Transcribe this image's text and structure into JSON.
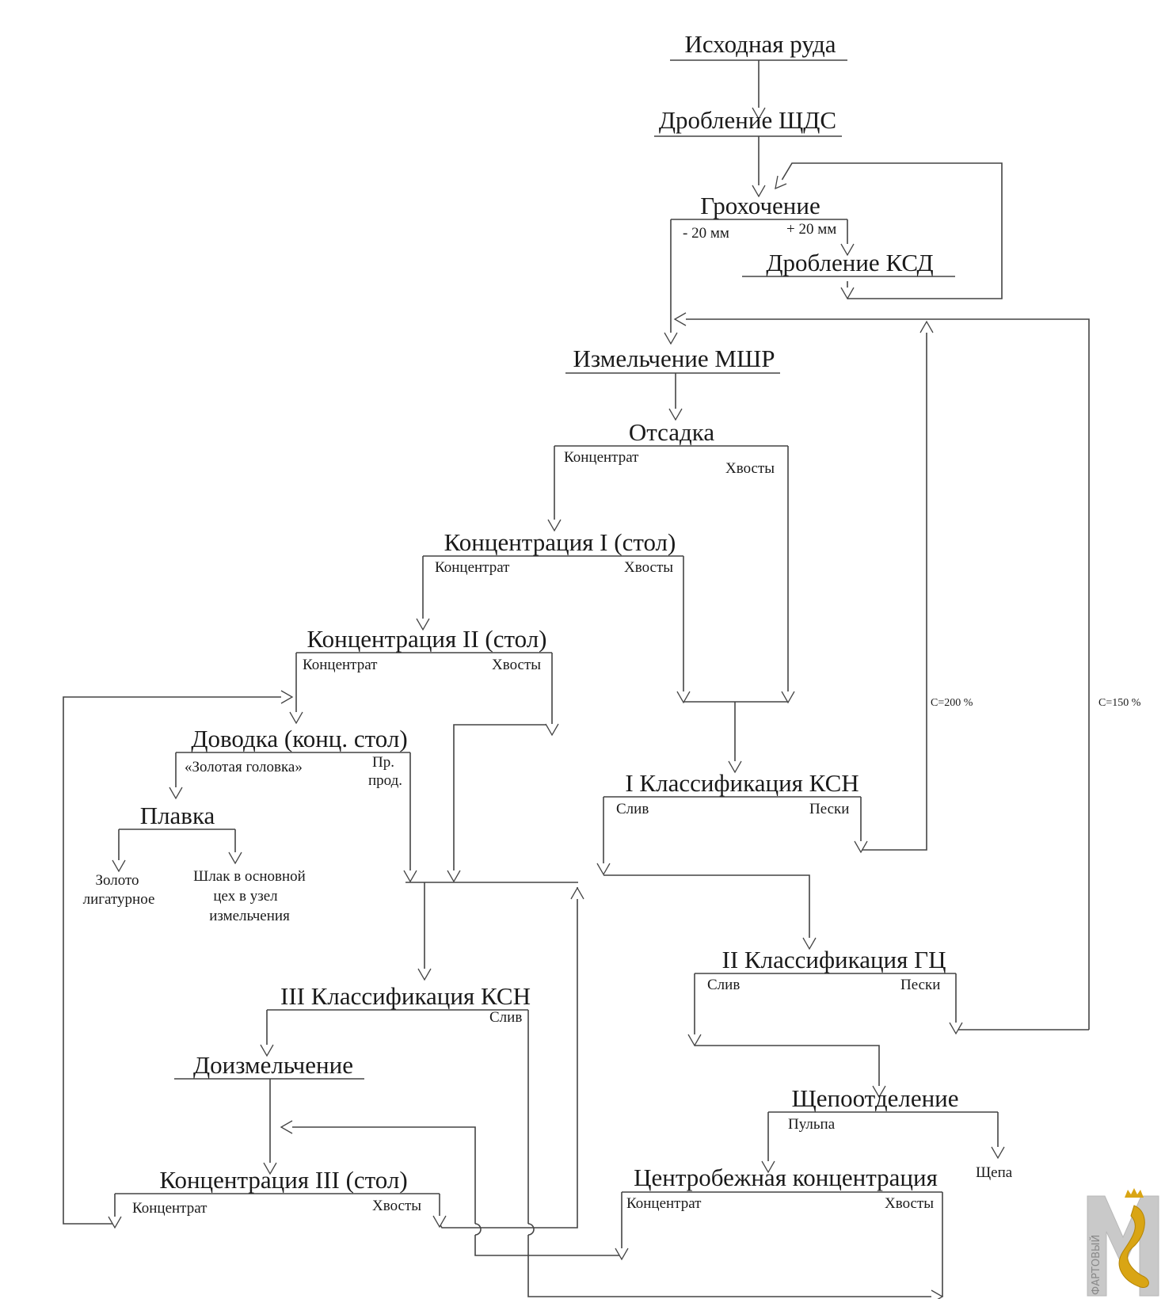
{
  "diagram": {
    "nodes": {
      "iskhodnaya_ruda": "Исходная руда",
      "droblenie_shds": "Дробление ЩДС",
      "grokhochenie": "Грохочение",
      "droblenie_ksd": "Дробление КСД",
      "izmelchenie_mshr": "Измельчение МШР",
      "otsadka": "Отсадка",
      "konc1": "Концентрация I (стол)",
      "konc2": "Концентрация II (стол)",
      "dovodka": "Доводка (конц. стол)",
      "plavka": "Плавка",
      "klass1": "I Классификация КСН",
      "klass2": "II Классификация ГЦ",
      "klass3": "III Классификация КСН",
      "doizmelchenie": "Доизмельчение",
      "konc3": "Концентрация III (стол)",
      "shchepootdelenie": "Щепоотделение",
      "centrobezhnaya": "Центробежная концентрация"
    },
    "labels": {
      "minus20": "- 20 мм",
      "plus20": "+ 20 мм",
      "otsadka_konc": "Концентрат",
      "otsadka_khv": "Хвосты",
      "k1_konc": "Концентрат",
      "k1_khv": "Хвосты",
      "k2_konc": "Концентрат",
      "k2_khv": "Хвосты",
      "zolotaya": "«Золотая головка»",
      "pr_line1": "Пр.",
      "pr_line2": "прод.",
      "zoloto_line1": "Золото",
      "zoloto_line2": "лигатурное",
      "shlak_line1": "Шлак в основной",
      "shlak_line2": "цех в узел",
      "shlak_line3": "измельчения",
      "kl1_sliv": "Слив",
      "kl1_peski": "Пески",
      "kl2_sliv": "Слив",
      "kl2_peski": "Пески",
      "kl3_sliv": "Слив",
      "k3_konc": "Концентрат",
      "k3_khv": "Хвосты",
      "pulpa": "Пульпа",
      "shchepa": "Щепа",
      "cb_konc": "Концентрат",
      "cb_khv": "Хвосты",
      "c200": "С=200 %",
      "c150": "С=150 %"
    },
    "logo_text": "ФАРТОВЫЙ"
  }
}
